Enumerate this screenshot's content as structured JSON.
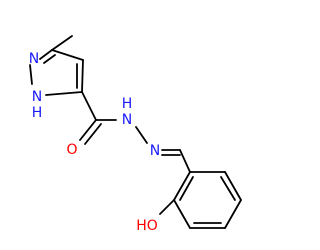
{
  "colors": {
    "bond": "#000000",
    "nitrogen": "#1a1aff",
    "oxygen": "#ff0000",
    "background": "#ffffff"
  },
  "atoms": {
    "pyrazole_n2": "N",
    "pyrazole_n1": "N",
    "pyrazole_n1_h": "H",
    "amide_n": "N",
    "amide_n_h": "H",
    "imine_n": "N",
    "carbonyl_o": "O",
    "hydroxyl": "HO"
  }
}
